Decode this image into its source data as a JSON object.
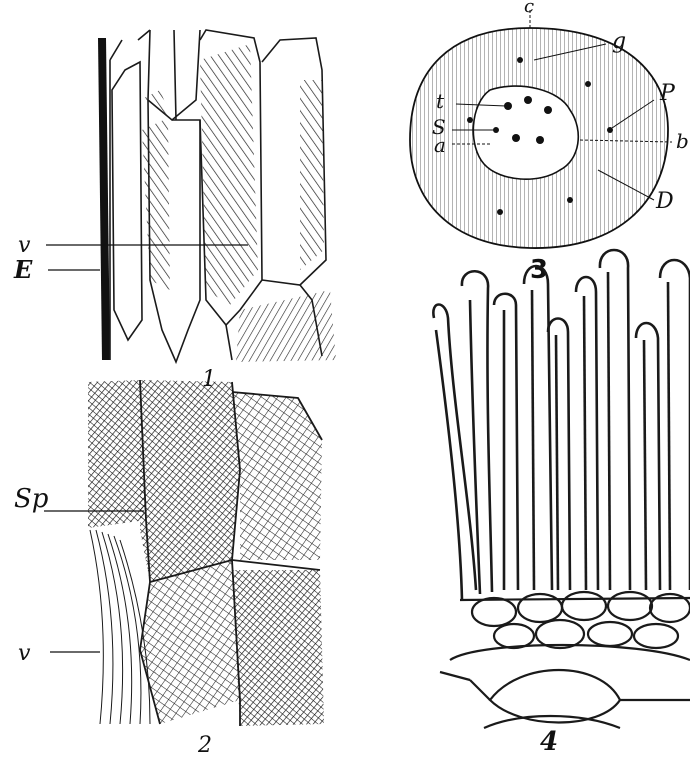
{
  "figures": [
    {
      "number": "1",
      "labels": {
        "v": "v",
        "E": "E"
      }
    },
    {
      "number": "2",
      "labels": {
        "Sp": "Sp",
        "v": "v"
      }
    },
    {
      "number": "3",
      "labels": {
        "c": "c",
        "g": "g",
        "t": "t",
        "P": "P",
        "S": "S",
        "b": "b",
        "a": "a",
        "D": "D"
      }
    },
    {
      "number": "4",
      "labels": {}
    }
  ],
  "colors": {
    "ink": "#1a1a1a",
    "paper": "#ffffff"
  }
}
